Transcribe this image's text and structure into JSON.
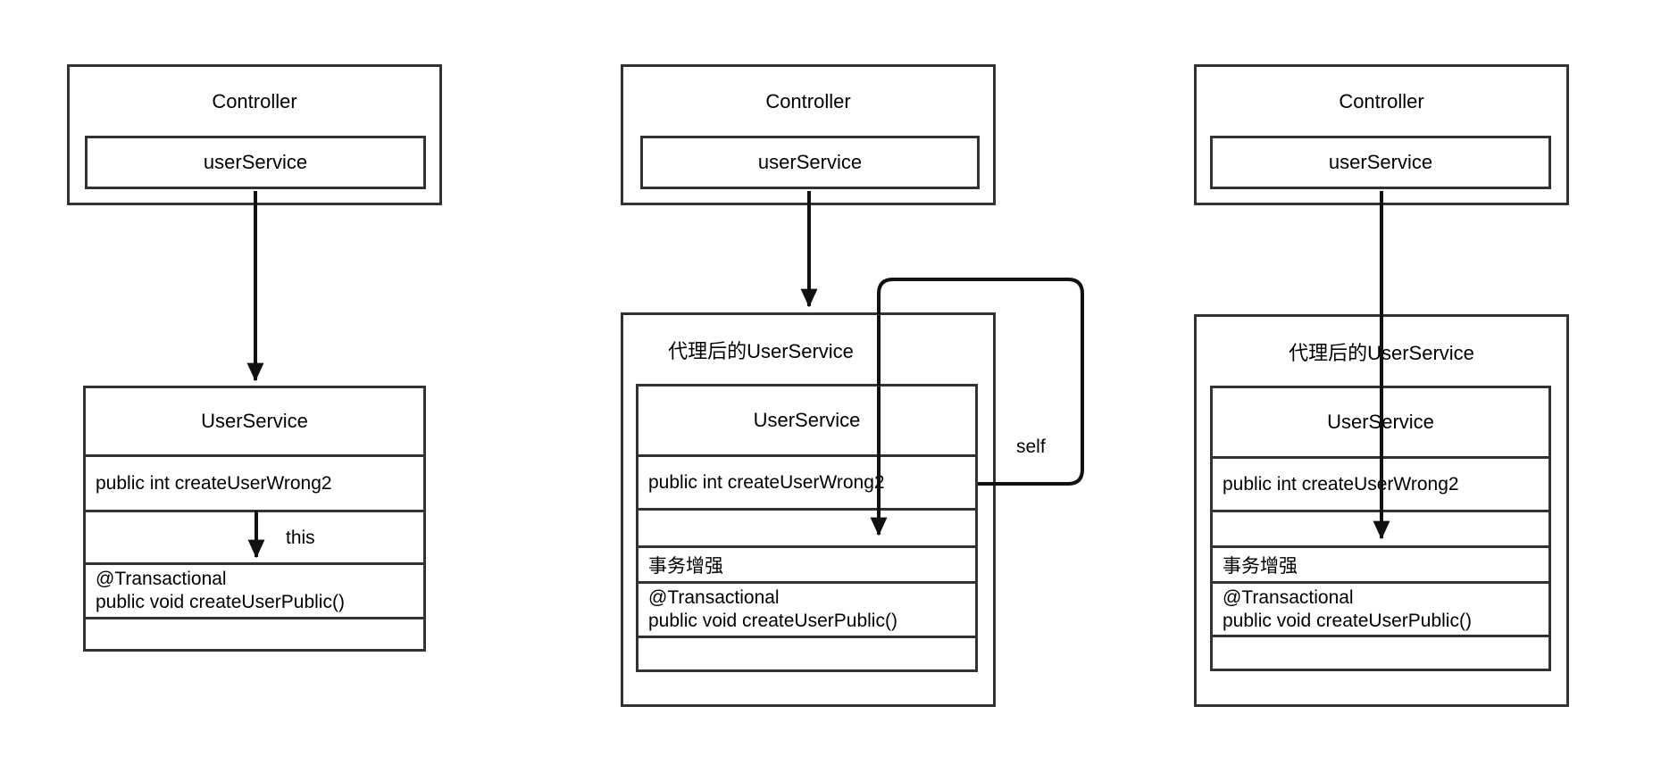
{
  "diagram": {
    "colors": {
      "background": "#ffffff",
      "box_border": "#333333",
      "arrow": "#111111",
      "text": "#000000"
    },
    "panels": [
      {
        "controller": {
          "title": "Controller",
          "field": "userService"
        },
        "service": {
          "header": "UserService",
          "caller_method": "public int createUserWrong2",
          "annotation": "@Transactional",
          "callee_method": "public void createUserPublic()"
        },
        "call_label": "this"
      },
      {
        "controller": {
          "title": "Controller",
          "field": "userService"
        },
        "proxy_title": "代理后的UserService",
        "service": {
          "header": "UserService",
          "caller_method": "public int createUserWrong2",
          "enhancement": "事务增强",
          "annotation": "@Transactional",
          "callee_method": "public void createUserPublic()"
        },
        "call_label": "self"
      },
      {
        "controller": {
          "title": "Controller",
          "field": "userService"
        },
        "proxy_title": "代理后的UserService",
        "service": {
          "header": "UserService",
          "caller_method": "public int createUserWrong2",
          "enhancement": "事务增强",
          "annotation": "@Transactional",
          "callee_method": "public void createUserPublic()"
        }
      }
    ]
  }
}
